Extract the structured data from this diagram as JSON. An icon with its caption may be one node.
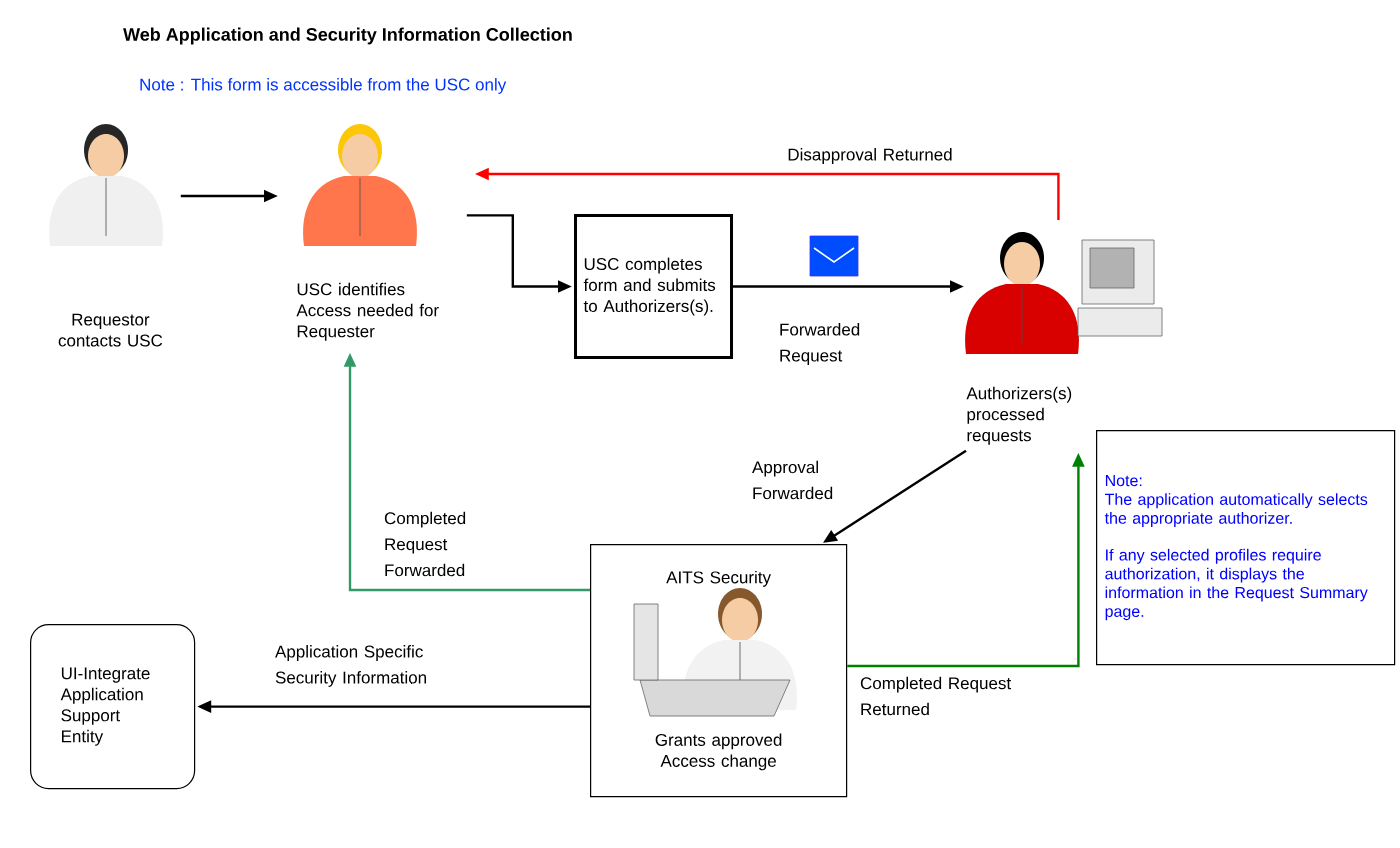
{
  "diagram": {
    "title": "Web Application and Security Information Collection",
    "nodes": [
      {
        "text": [
          "Requestor contacts USC"
        ]
      },
      {
        "text": [
          "USC identifies Access needed for Requester"
        ]
      },
      {
        "text": [
          "USC completes form and submits to Authorizers(s)."
        ]
      },
      {
        "text": [
          "Authorizers(s) processed requests"
        ]
      },
      {
        "text": [
          "AITS Security",
          "Grants approved Access change"
        ]
      },
      {
        "text": [
          "UI-Integrate Application Support Entity"
        ]
      },
      {
        "text": [
          "Note:",
          "The application automatically selects the appropriate authorizer.",
          "If any selected profiles require authorization, it displays the information in the Request Summary page."
        ]
      }
    ],
    "edges": [
      {
        "from": 0,
        "to": 1,
        "arrow": "to"
      },
      {
        "from": 1,
        "to": 2,
        "arrow": "to"
      },
      {
        "from": 2,
        "to": 3,
        "arrow": "to",
        "label": "Forwarded Request"
      },
      {
        "from": 3,
        "to": 1,
        "arrow": "to",
        "label": "Disapproval Returned",
        "color": "#ff0000"
      },
      {
        "from": 3,
        "to": 4,
        "arrow": "to",
        "label": "Approval Forwarded"
      },
      {
        "from": 4,
        "to": 1,
        "arrow": "to",
        "label": "Completed Request Forwarded",
        "color": "#339966"
      },
      {
        "from": 4,
        "to": 3,
        "arrow": "to",
        "label": "Completed Request Returned",
        "color": "#008000"
      },
      {
        "from": 4,
        "to": 5,
        "arrow": "to",
        "label": "Application Specific Security Information"
      }
    ],
    "labels": [
      "Note : This form is accessible from the USC only"
    ]
  }
}
